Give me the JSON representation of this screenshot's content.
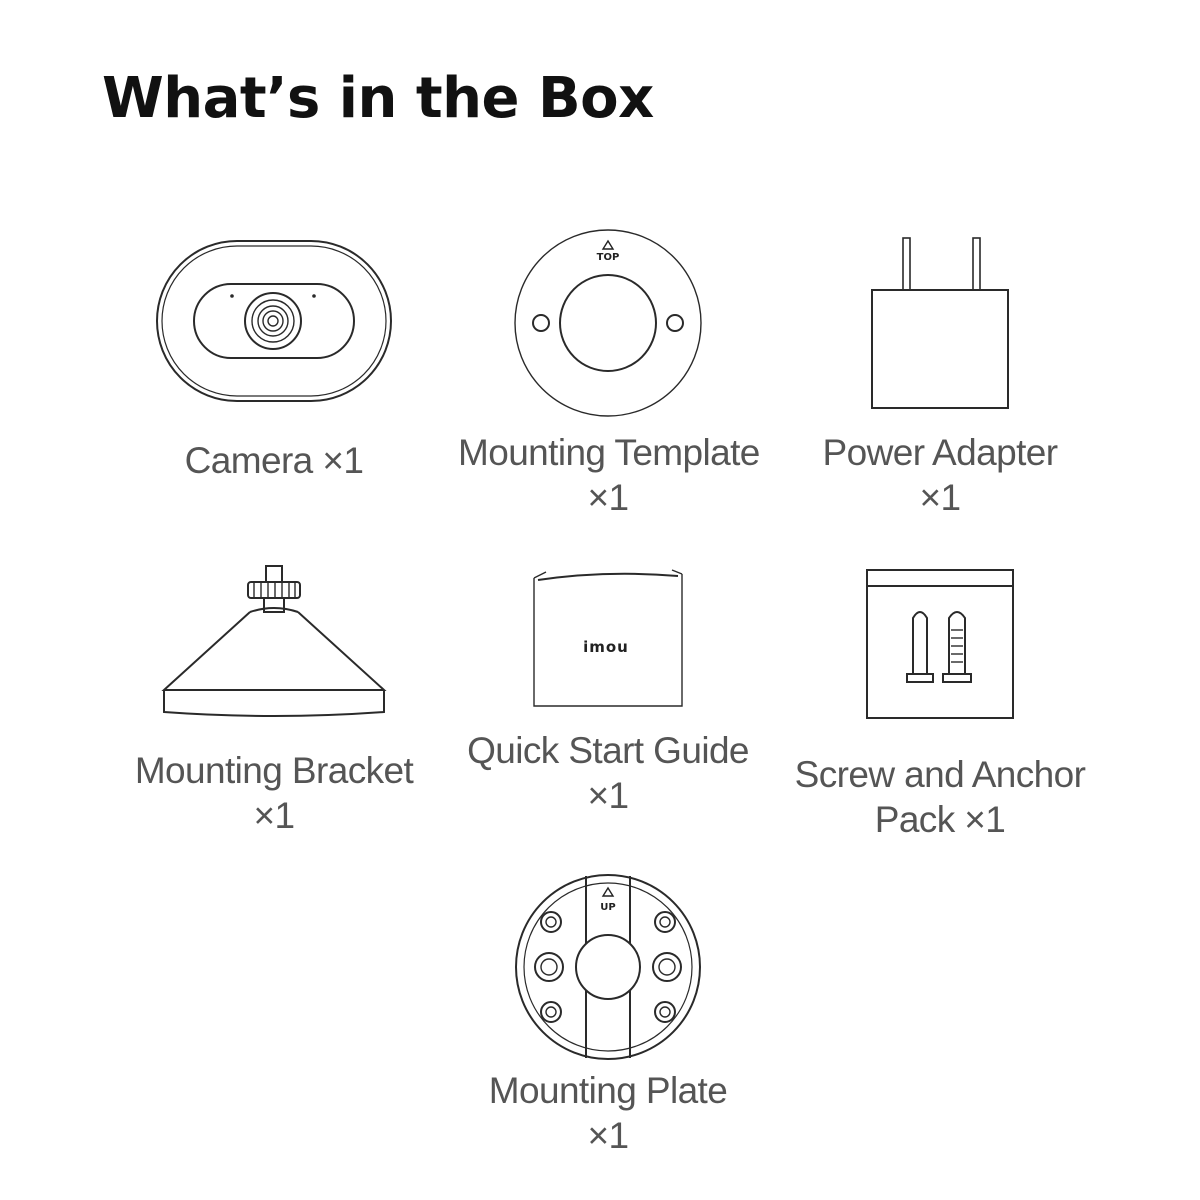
{
  "page": {
    "title": "What’s in the Box"
  },
  "items": [
    {
      "name": "Camera",
      "qty": "×1",
      "line1": "Camera  ×1",
      "line2": ""
    },
    {
      "name": "Mounting Template",
      "qty": "×1",
      "line1": "Mounting Template",
      "line2": "×1",
      "icon_text": "TOP"
    },
    {
      "name": "Power Adapter",
      "qty": "×1",
      "line1": "Power Adapter",
      "line2": "×1"
    },
    {
      "name": "Mounting Bracket",
      "qty": "×1",
      "line1": "Mounting Bracket",
      "line2": "×1"
    },
    {
      "name": "Quick Start Guide",
      "qty": "×1",
      "line1": "Quick Start Guide",
      "line2": "×1",
      "icon_text": "imou"
    },
    {
      "name": "Screw and Anchor Pack",
      "qty": "×1",
      "line1": "Screw and Anchor",
      "line2": "Pack  ×1"
    },
    {
      "name": "Mounting Plate",
      "qty": "×1",
      "line1": "Mounting Plate",
      "line2": "×1",
      "icon_text": "UP"
    }
  ],
  "colors": {
    "title": "#111111",
    "label": "#555555",
    "line_art": "#2a2a2a",
    "background": "#ffffff"
  }
}
